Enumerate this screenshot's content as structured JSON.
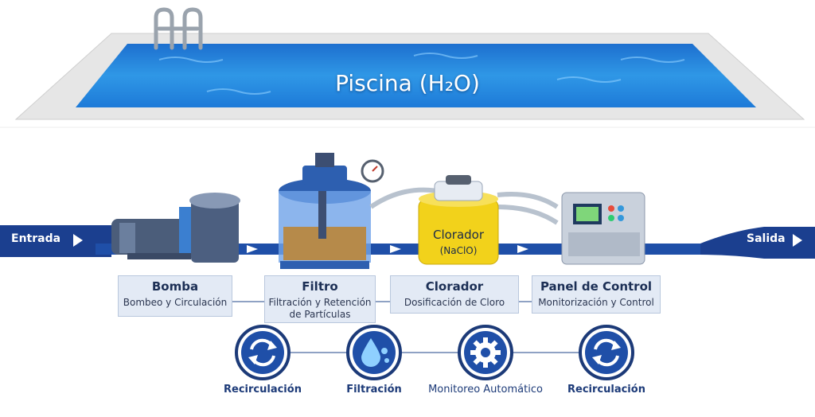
{
  "pool": {
    "title": "Piscina (H₂O)"
  },
  "flow": {
    "entrada": "Entrada",
    "salida": "Salida"
  },
  "equipment": {
    "clorador_label": "Clorador",
    "clorador_sub": "(NaClO)"
  },
  "components": [
    {
      "title": "Bomba",
      "desc": "Bombeo y Circulación"
    },
    {
      "title": "Filtro",
      "desc": "Filtración y Retención de Partículas"
    },
    {
      "title": "Clorador",
      "desc": "Dosificación de Cloro"
    },
    {
      "title": "Panel de Control",
      "desc": "Monitorización y Control"
    }
  ],
  "icons": [
    {
      "name": "recirculation-icon",
      "label": "Recirculación"
    },
    {
      "name": "water-drop-icon",
      "label": "Filtración"
    },
    {
      "name": "gear-icon",
      "label": "Monitoreo Automático"
    },
    {
      "name": "recirculation-icon",
      "label": "Recirculación"
    }
  ],
  "colors": {
    "pool_water": "#2a8ad8",
    "pipe": "#1b3f8f",
    "chlorinator": "#f2d21b",
    "box_bg": "#e3eaf5"
  }
}
